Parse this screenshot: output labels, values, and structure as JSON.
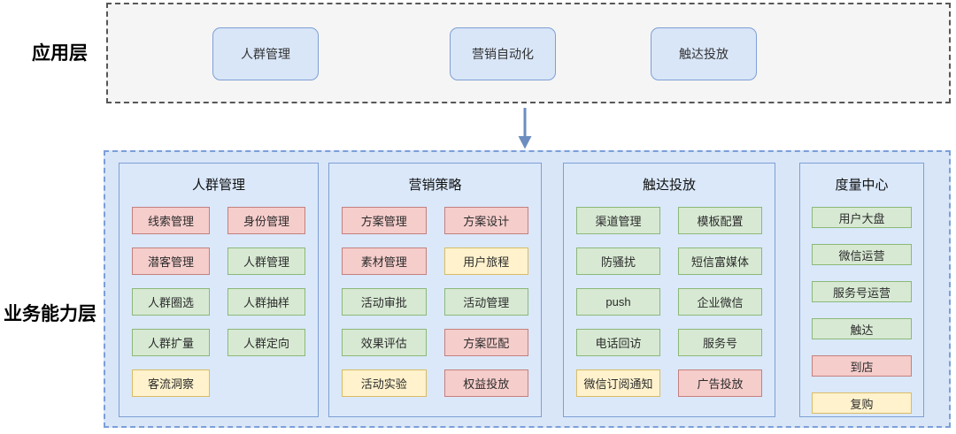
{
  "app_layer": {
    "label": "应用层",
    "items": [
      {
        "label": "人群管理"
      },
      {
        "label": "营销自动化"
      },
      {
        "label": "触达投放"
      }
    ]
  },
  "arrow": {
    "direction": "down"
  },
  "biz_layer": {
    "label": "业务能力层",
    "columns": [
      {
        "title": "人群管理",
        "items": [
          {
            "label": "线索管理",
            "color": "red"
          },
          {
            "label": "身份管理",
            "color": "red"
          },
          {
            "label": "潜客管理",
            "color": "red"
          },
          {
            "label": "人群管理",
            "color": "green"
          },
          {
            "label": "人群圈选",
            "color": "green"
          },
          {
            "label": "人群抽样",
            "color": "green"
          },
          {
            "label": "人群扩量",
            "color": "green"
          },
          {
            "label": "人群定向",
            "color": "green"
          },
          {
            "label": "客流洞察",
            "color": "yellow"
          }
        ]
      },
      {
        "title": "营销策略",
        "items": [
          {
            "label": "方案管理",
            "color": "red"
          },
          {
            "label": "方案设计",
            "color": "red"
          },
          {
            "label": "素材管理",
            "color": "red"
          },
          {
            "label": "用户旅程",
            "color": "yellow"
          },
          {
            "label": "活动审批",
            "color": "green"
          },
          {
            "label": "活动管理",
            "color": "green"
          },
          {
            "label": "效果评估",
            "color": "green"
          },
          {
            "label": "方案匹配",
            "color": "red"
          },
          {
            "label": "活动实验",
            "color": "yellow"
          },
          {
            "label": "权益投放",
            "color": "red"
          }
        ]
      },
      {
        "title": "触达投放",
        "items": [
          {
            "label": "渠道管理",
            "color": "green"
          },
          {
            "label": "模板配置",
            "color": "green"
          },
          {
            "label": "防骚扰",
            "color": "green"
          },
          {
            "label": "短信富媒体",
            "color": "green"
          },
          {
            "label": "push",
            "color": "green"
          },
          {
            "label": "企业微信",
            "color": "green"
          },
          {
            "label": "电话回访",
            "color": "green"
          },
          {
            "label": "服务号",
            "color": "green"
          },
          {
            "label": "微信订阅通知",
            "color": "yellow"
          },
          {
            "label": "广告投放",
            "color": "red"
          }
        ]
      },
      {
        "title": "度量中心",
        "items": [
          {
            "label": "用户大盘",
            "color": "green"
          },
          {
            "label": "微信运营",
            "color": "green"
          },
          {
            "label": "服务号运营",
            "color": "green"
          },
          {
            "label": "触达",
            "color": "green"
          },
          {
            "label": "到店",
            "color": "red"
          },
          {
            "label": "复购",
            "color": "yellow"
          }
        ]
      }
    ]
  },
  "colors": {
    "red_fill": "#f5cdcb",
    "red_stroke": "#c4807d",
    "green_fill": "#d7e9d3",
    "green_stroke": "#8cb878",
    "yellow_fill": "#fff2cc",
    "yellow_stroke": "#d9bc66",
    "blue_fill": "#d9e6f8",
    "blue_stroke": "#7e9fd4",
    "app_box_fill": "#f5f5f5",
    "app_box_stroke": "#575757",
    "biz_box_stroke": "#7b9fd8",
    "arrow_color": "#6c8ebf"
  }
}
